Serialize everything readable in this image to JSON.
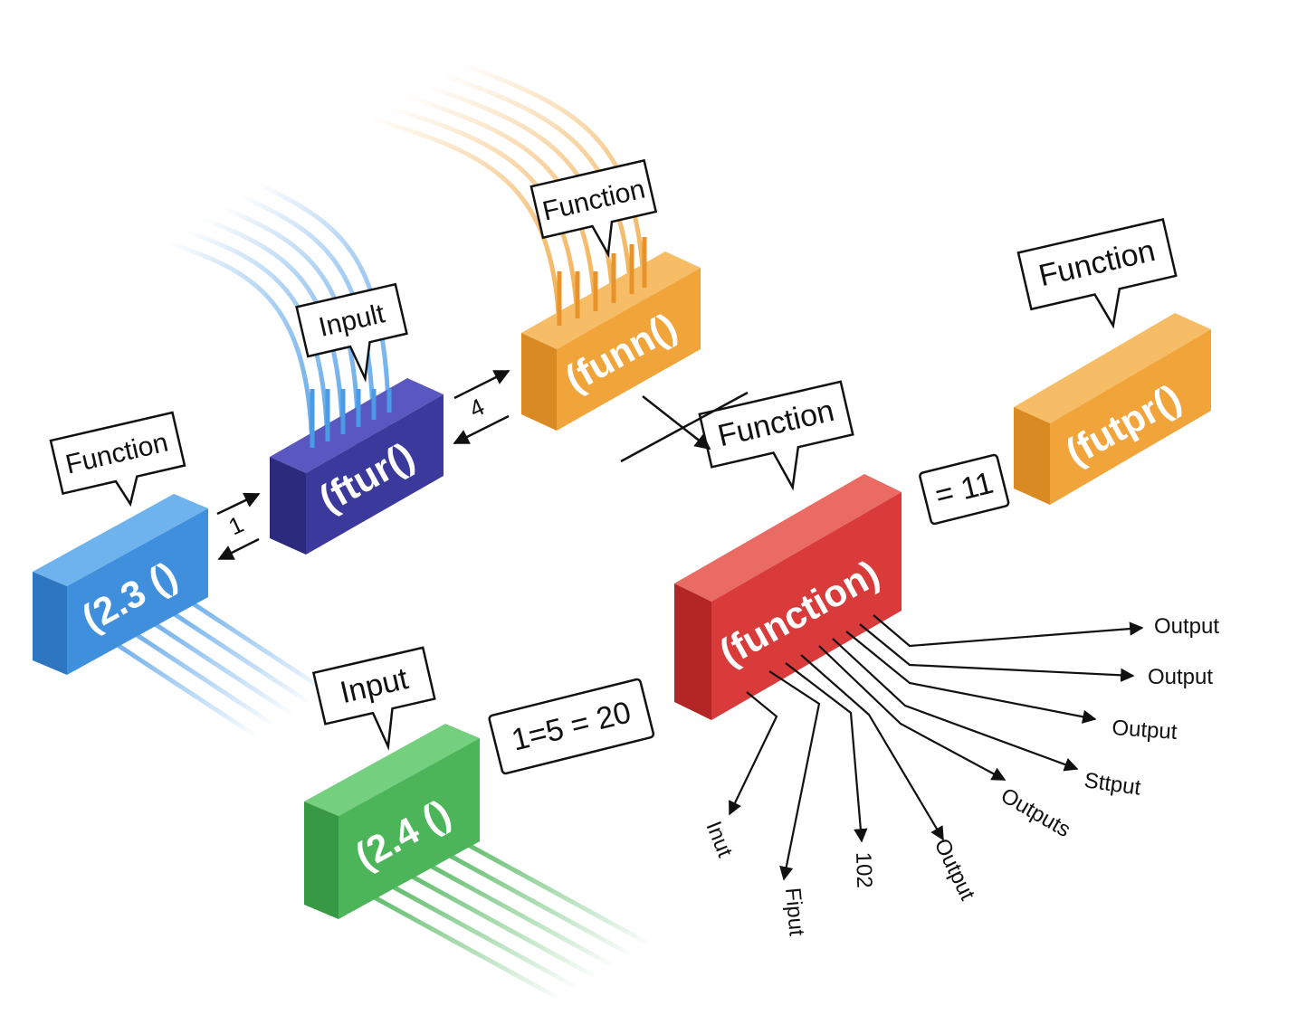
{
  "colors": {
    "blue": "#3f8fdd",
    "indigo": "#3b3a9c",
    "orange": "#f0a43a",
    "red": "#d93a3a",
    "green": "#4cb55a"
  },
  "blocks": {
    "blue": {
      "code": "(2.3 ()",
      "callout": "Function"
    },
    "indigo": {
      "code": "(ftur()",
      "callout": "Inpult"
    },
    "orange": {
      "code": "(funn()",
      "callout": "Function"
    },
    "orange2": {
      "code": "(futpr()",
      "callout": "Function"
    },
    "red": {
      "code": "(function)",
      "callout": "Function"
    },
    "green": {
      "code": "(2.4 ()",
      "callout": "Input"
    }
  },
  "connectors": {
    "blue_indigo": "1",
    "indigo_orange": "4"
  },
  "equations": {
    "red_orange2": "= 11",
    "green": "1=5 = 20"
  },
  "outputs": {
    "right": [
      "Output",
      "Output",
      "Output",
      "Sttput",
      "Outputs"
    ],
    "bottom": [
      "Inut",
      "Fiput",
      "102",
      "Output"
    ]
  }
}
